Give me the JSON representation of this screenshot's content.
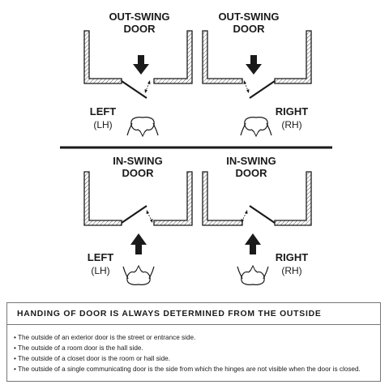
{
  "diagram": {
    "out_swing": {
      "left": {
        "title_line1": "OUT-SWING",
        "title_line2": "DOOR",
        "hand_label": "LEFT",
        "hand_abbrev": "(LH)"
      },
      "right": {
        "title_line1": "OUT-SWING",
        "title_line2": "DOOR",
        "hand_label": "RIGHT",
        "hand_abbrev": "(RH)"
      }
    },
    "in_swing": {
      "left": {
        "title_line1": "IN-SWING",
        "title_line2": "DOOR",
        "hand_label": "LEFT",
        "hand_abbrev": "(LH)"
      },
      "right": {
        "title_line1": "IN-SWING",
        "title_line2": "DOOR",
        "hand_label": "RIGHT",
        "hand_abbrev": "(RH)"
      }
    },
    "icons": [
      "arrow-down-icon",
      "arrow-up-icon",
      "door-swing-double-arrow-icon",
      "person-top-view-icon"
    ]
  },
  "info": {
    "heading": "HANDING OF DOOR IS ALWAYS DETERMINED FROM THE OUTSIDE",
    "bullets": [
      "• The outside of an exterior door is the street or entrance side.",
      "• The outside of a room door is the hall side.",
      "• The outside of a closet door is the room or hall side.",
      "• The outside of a single communicating door is the side from which the hinges are not visible when the door is closed."
    ]
  },
  "colors": {
    "ink": "#1a1a1a",
    "hatch": "#555555",
    "border": "#777777",
    "background": "#ffffff"
  }
}
